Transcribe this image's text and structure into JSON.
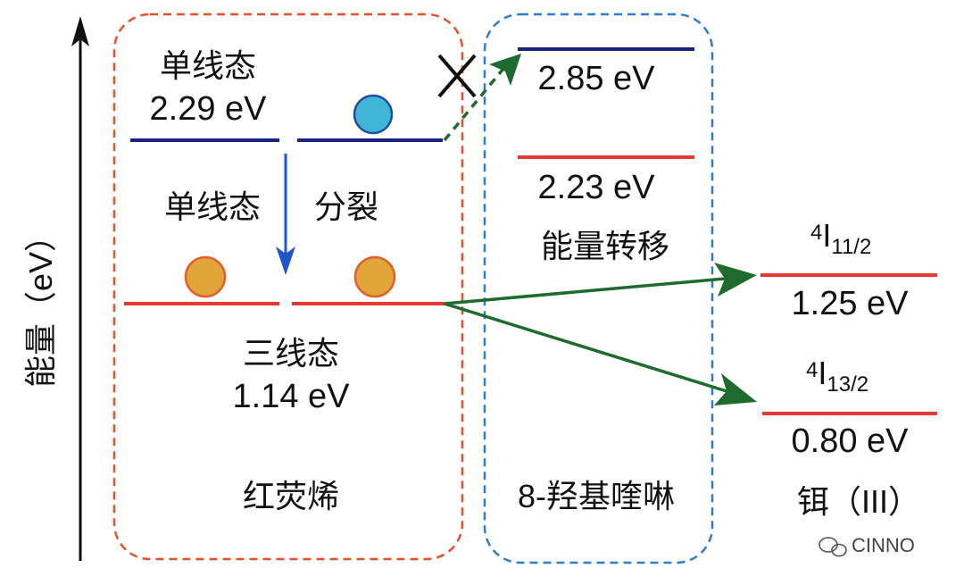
{
  "axis": {
    "label": "能量（eV）"
  },
  "rubrene": {
    "singlet_label": "单线态",
    "singlet_energy": "2.29 eV",
    "fission_label_left": "单线态",
    "fission_label_right": "分裂",
    "triplet_label": "三线态",
    "triplet_energy": "1.14 eV",
    "material": "红荧烯"
  },
  "quinoline": {
    "upper_energy": "2.85 eV",
    "lower_energy": "2.23 eV",
    "transfer_label": "能量转移",
    "material": "8-羟基喹啉"
  },
  "erbium": {
    "level1_sup": "4",
    "level1_main": "I",
    "level1_sub": "11/2",
    "level1_energy": "1.25 eV",
    "level2_sup": "4",
    "level2_main": "I",
    "level2_sub": "13/2",
    "level2_energy": "0.80 eV",
    "material": "铒（III）"
  },
  "watermark": {
    "text": "CINNO"
  },
  "colors": {
    "singlet_level": "#1a237e",
    "triplet_level": "#e53935",
    "red_box": "#e8502a",
    "blue_box": "#2a7fcf",
    "arrow_green": "#1e6b2e",
    "arrow_blue": "#2255cc",
    "exciton_blue": "#3fb6d8",
    "exciton_orange": "#e0a63a"
  }
}
